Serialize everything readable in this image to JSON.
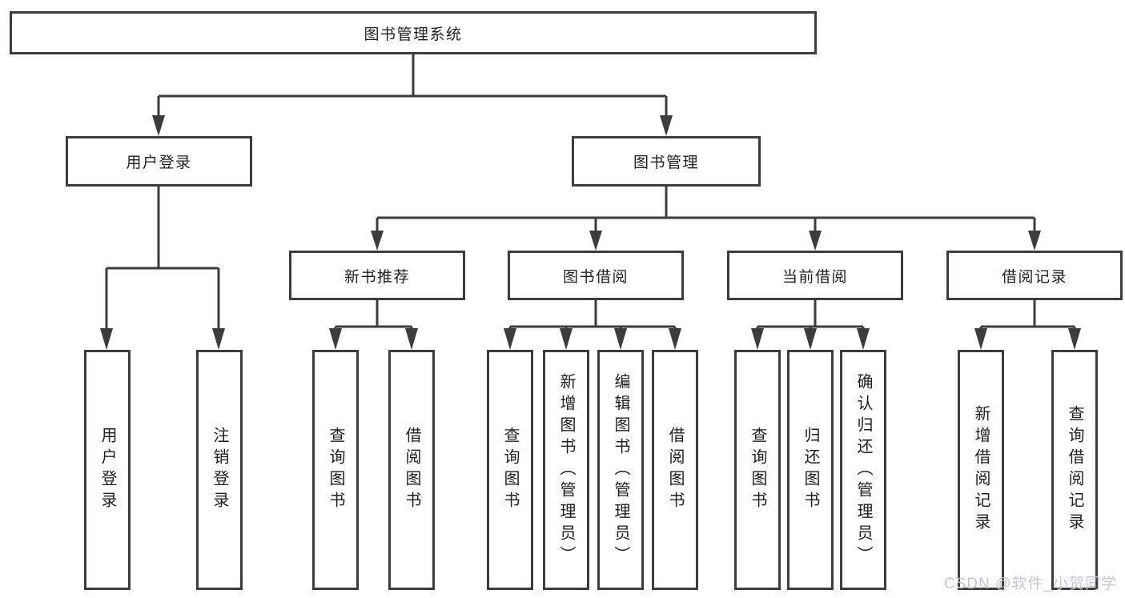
{
  "diagram_type": "hierarchy-tree",
  "colors": {
    "line": "#3c3c3c",
    "box_border": "#3c3c3c",
    "box_fill": "#ffffff",
    "text": "#1f1f1f",
    "background": "#ffffff",
    "watermark": "#c7c8cf"
  },
  "tree": {
    "root": {
      "label": "图书管理系统"
    },
    "branches": [
      {
        "label": "用户登录",
        "children": [
          {
            "label": "用户登录"
          },
          {
            "label": "注销登录"
          }
        ]
      },
      {
        "label": "图书管理",
        "children": [
          {
            "label": "新书推荐",
            "children": [
              {
                "label": "查询图书"
              },
              {
                "label": "借阅图书"
              }
            ]
          },
          {
            "label": "图书借阅",
            "children": [
              {
                "label": "查询图书"
              },
              {
                "label": "新增图书（管理员）"
              },
              {
                "label": "编辑图书（管理员）"
              },
              {
                "label": "借阅图书"
              }
            ]
          },
          {
            "label": "当前借阅",
            "children": [
              {
                "label": "查询图书"
              },
              {
                "label": "归还图书"
              },
              {
                "label": "确认归还（管理员）"
              }
            ]
          },
          {
            "label": "借阅记录",
            "children": [
              {
                "label": "新增借阅记录"
              },
              {
                "label": "查询借阅记录"
              }
            ]
          }
        ]
      }
    ]
  },
  "watermark": {
    "text": "CSDN @软件_小贺同学"
  }
}
